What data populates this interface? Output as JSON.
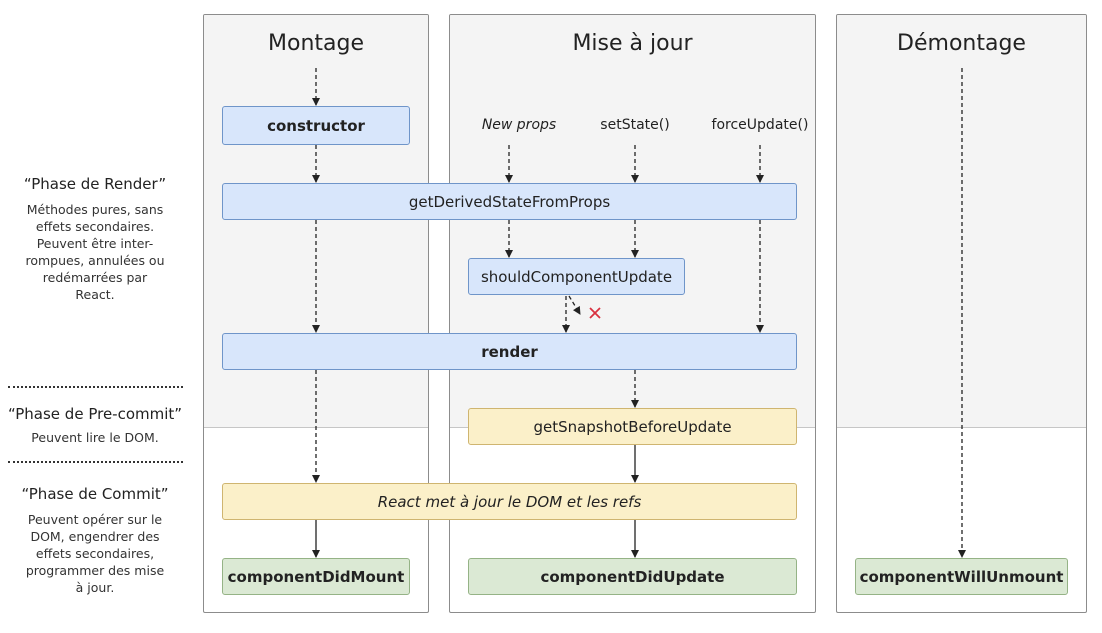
{
  "columns": {
    "mount": {
      "title": "Montage"
    },
    "update": {
      "title": "Mise à jour"
    },
    "unmount": {
      "title": "Démontage"
    }
  },
  "triggers": {
    "new_props": "New props",
    "set_state": "setState()",
    "force_update": "forceUpdate()"
  },
  "methods": {
    "constructor": "constructor",
    "get_derived": "getDerivedStateFromProps",
    "should_update": "shouldComponentUpdate",
    "render": "render",
    "snapshot": "getSnapshotBeforeUpdate",
    "react_updates": "React met à jour le DOM et les refs",
    "did_mount": "componentDidMount",
    "did_update": "componentDidUpdate",
    "will_unmount": "componentWillUnmount"
  },
  "phases": {
    "render": {
      "title": "“Phase de Render”",
      "desc": [
        "Méthodes pures, sans",
        "effets secondaires.",
        "Peuvent être inter-",
        "rompues, annulées ou",
        "redémarrées par",
        "React."
      ]
    },
    "precommit": {
      "title": "“Phase de Pre-commit”",
      "desc": [
        "Peuvent lire le DOM."
      ]
    },
    "commit": {
      "title": "“Phase de Commit”",
      "desc": [
        "Peuvent opérer sur le",
        "DOM, engendrer des",
        "effets secondaires,",
        "programmer des mise",
        "à jour."
      ]
    }
  },
  "colors": {
    "render_phase": "#d8e6fb",
    "precommit_phase": "#fbf0c9",
    "commit_phase": "#dbe9d4",
    "cancel_mark": "#d9303f"
  },
  "icons": {
    "cancel": "cross-icon"
  }
}
